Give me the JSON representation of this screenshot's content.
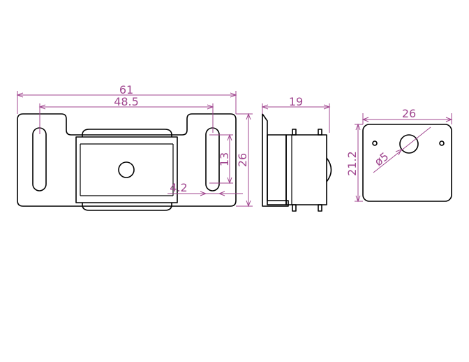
{
  "dimensions": {
    "overall_width": "61",
    "hole_spacing": "48.5",
    "slot_length": "13",
    "height": "26",
    "slot_width": "4.2",
    "side_depth": "19",
    "plate_width": "26",
    "plate_height": "21.2",
    "hole_diameter": "ø5"
  },
  "colors": {
    "outline": "#000000",
    "dimension": "#a0468f",
    "background": "#ffffff"
  }
}
